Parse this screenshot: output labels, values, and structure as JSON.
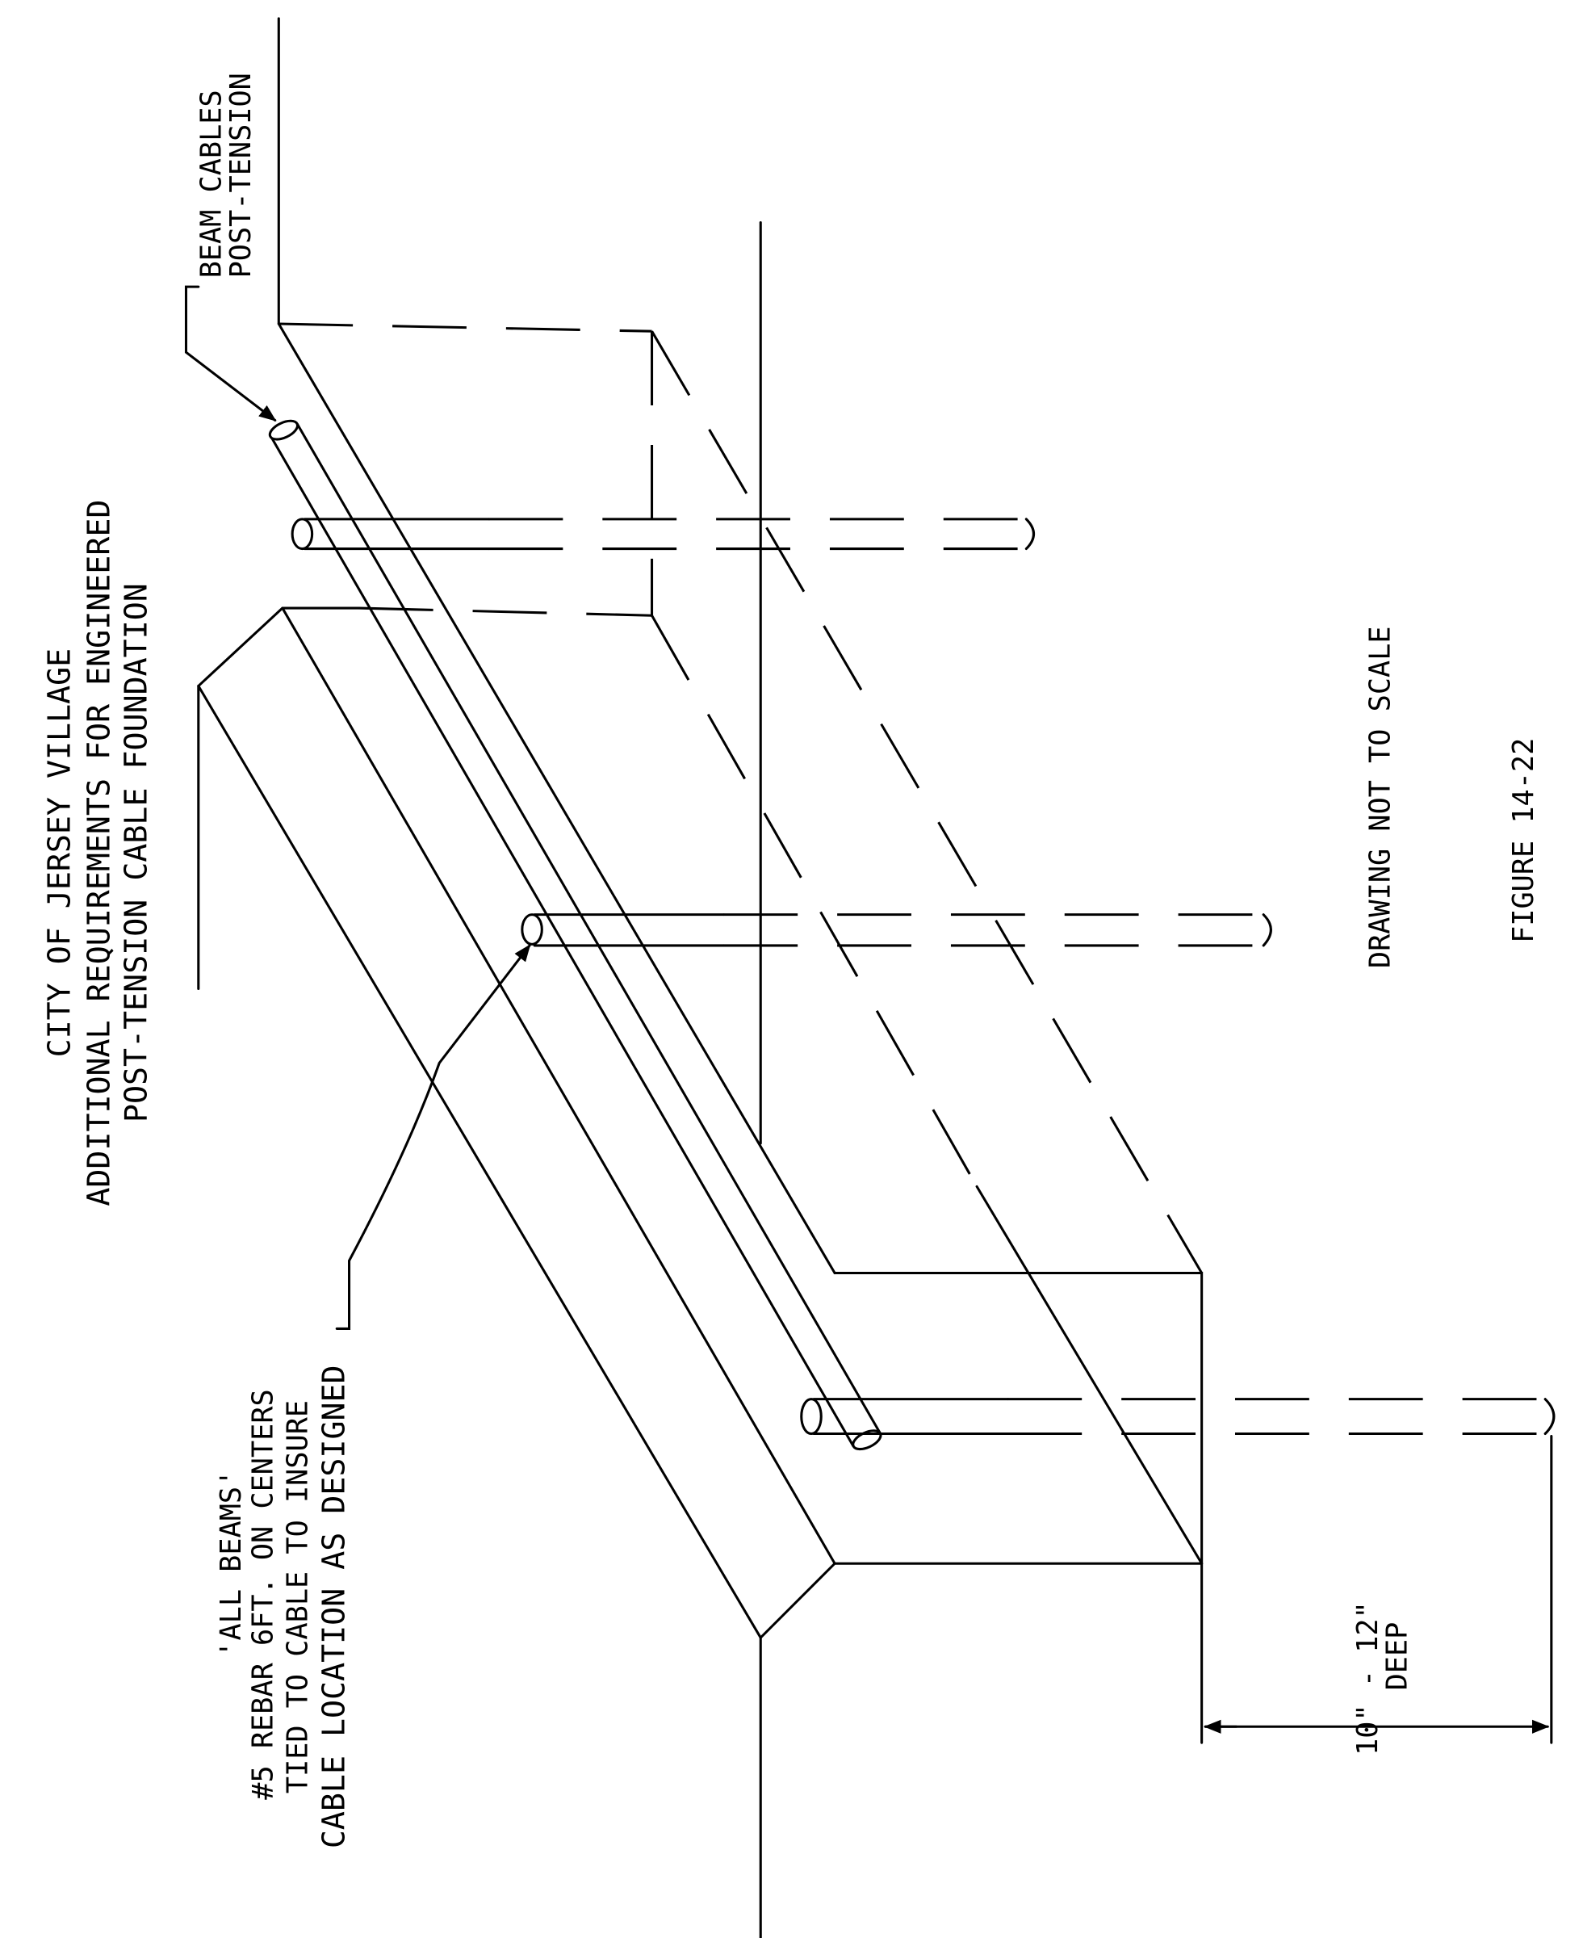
{
  "title": {
    "line1": "CITY OF JERSEY VILLAGE",
    "line2": "ADDITIONAL REQUIREMENTS FOR ENGINEERED",
    "line3": "POST-TENSION CABLE FOUNDATION"
  },
  "labels": {
    "beam_cables_1": "BEAM CABLES",
    "beam_cables_2": "POST-TENSION",
    "note_1": "'ALL BEAMS'",
    "note_2": "#5 REBAR 6FT. ON CENTERS",
    "note_3": "TIED TO CABLE TO INSURE",
    "note_4": "CABLE LOCATION AS DESIGNED",
    "depth_1": "10\" - 12\"",
    "depth_2": "DEEP",
    "scale_note": "DRAWING NOT TO SCALE",
    "figure": "FIGURE 14-22"
  }
}
